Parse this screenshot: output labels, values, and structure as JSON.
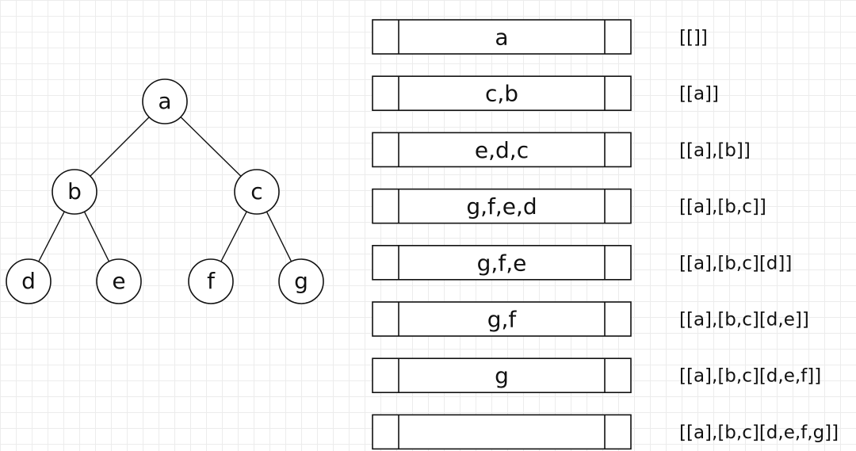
{
  "tree": {
    "nodes": [
      {
        "id": "a",
        "label": "a"
      },
      {
        "id": "b",
        "label": "b"
      },
      {
        "id": "c",
        "label": "c"
      },
      {
        "id": "d",
        "label": "d"
      },
      {
        "id": "e",
        "label": "e"
      },
      {
        "id": "f",
        "label": "f"
      },
      {
        "id": "g",
        "label": "g"
      }
    ],
    "edges": [
      [
        "a",
        "b"
      ],
      [
        "a",
        "c"
      ],
      [
        "b",
        "d"
      ],
      [
        "b",
        "e"
      ],
      [
        "c",
        "f"
      ],
      [
        "c",
        "g"
      ]
    ]
  },
  "steps": [
    {
      "queue": "a",
      "result": "[[]]"
    },
    {
      "queue": "c,b",
      "result": "[[a]]"
    },
    {
      "queue": "e,d,c",
      "result": "[[a],[b]]"
    },
    {
      "queue": "g,f,e,d",
      "result": "[[a],[b,c]]"
    },
    {
      "queue": "g,f,e",
      "result": "[[a],[b,c][d]]"
    },
    {
      "queue": "g,f",
      "result": "[[a],[b,c][d,e]]"
    },
    {
      "queue": "g",
      "result": "[[a],[b,c][d,e,f]]"
    },
    {
      "queue": "",
      "result": "[[a],[b,c][d,e,f,g]]"
    }
  ]
}
